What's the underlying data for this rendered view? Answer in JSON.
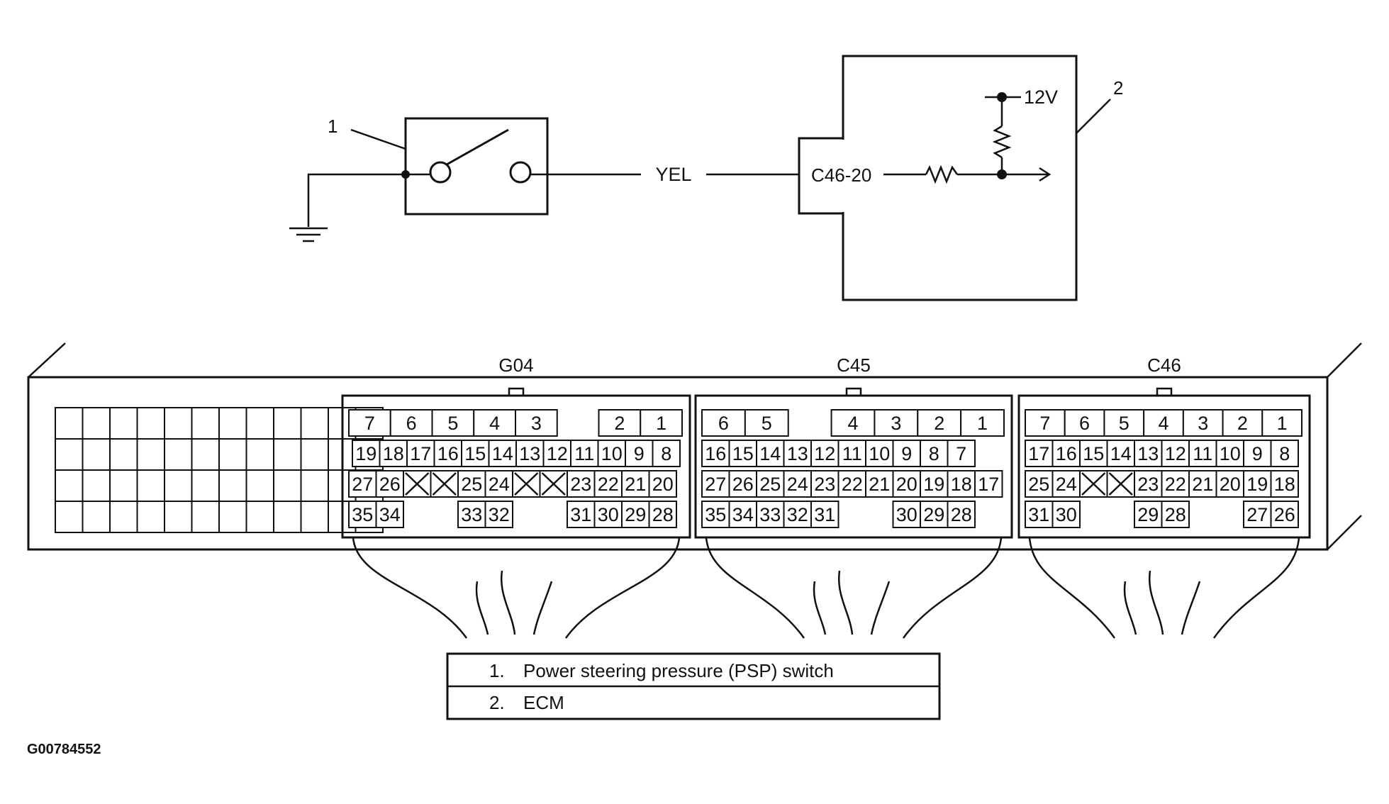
{
  "schematic": {
    "callout_1": "1",
    "callout_2": "2",
    "wire_color": "YEL",
    "terminal": "C46-20",
    "voltage": "12V"
  },
  "connectors": [
    {
      "name": "G04",
      "rows": [
        [
          "7",
          "6",
          "5",
          "4",
          "3",
          "",
          "2",
          "1"
        ],
        [
          "19",
          "18",
          "17",
          "16",
          "15",
          "14",
          "13",
          "12",
          "11",
          "10",
          "9",
          "8"
        ],
        [
          "27",
          "26",
          "X",
          "X",
          "25",
          "24",
          "X",
          "X",
          "23",
          "22",
          "21",
          "20"
        ],
        [
          "35",
          "34",
          "",
          "",
          "33",
          "32",
          "",
          "",
          "31",
          "30",
          "29",
          "28"
        ]
      ]
    },
    {
      "name": "C45",
      "rows": [
        [
          "6",
          "5",
          "",
          "4",
          "3",
          "2",
          "1"
        ],
        [
          "16",
          "15",
          "14",
          "13",
          "12",
          "11",
          "10",
          "9",
          "8",
          "7"
        ],
        [
          "27",
          "26",
          "25",
          "24",
          "23",
          "22",
          "21",
          "20",
          "19",
          "18",
          "17"
        ],
        [
          "35",
          "34",
          "33",
          "32",
          "31",
          "",
          "",
          "30",
          "29",
          "28"
        ]
      ]
    },
    {
      "name": "C46",
      "rows": [
        [
          "7",
          "6",
          "5",
          "4",
          "3",
          "2",
          "1"
        ],
        [
          "17",
          "16",
          "15",
          "14",
          "13",
          "12",
          "11",
          "10",
          "9",
          "8"
        ],
        [
          "25",
          "24",
          "X",
          "X",
          "23",
          "22",
          "21",
          "20",
          "19",
          "18"
        ],
        [
          "31",
          "30",
          "",
          "",
          "29",
          "28",
          "",
          "",
          "27",
          "26"
        ]
      ]
    }
  ],
  "legend": [
    {
      "num": "1.",
      "text": "Power steering pressure (PSP) switch"
    },
    {
      "num": "2.",
      "text": "ECM"
    }
  ],
  "figure_id": "G00784552"
}
